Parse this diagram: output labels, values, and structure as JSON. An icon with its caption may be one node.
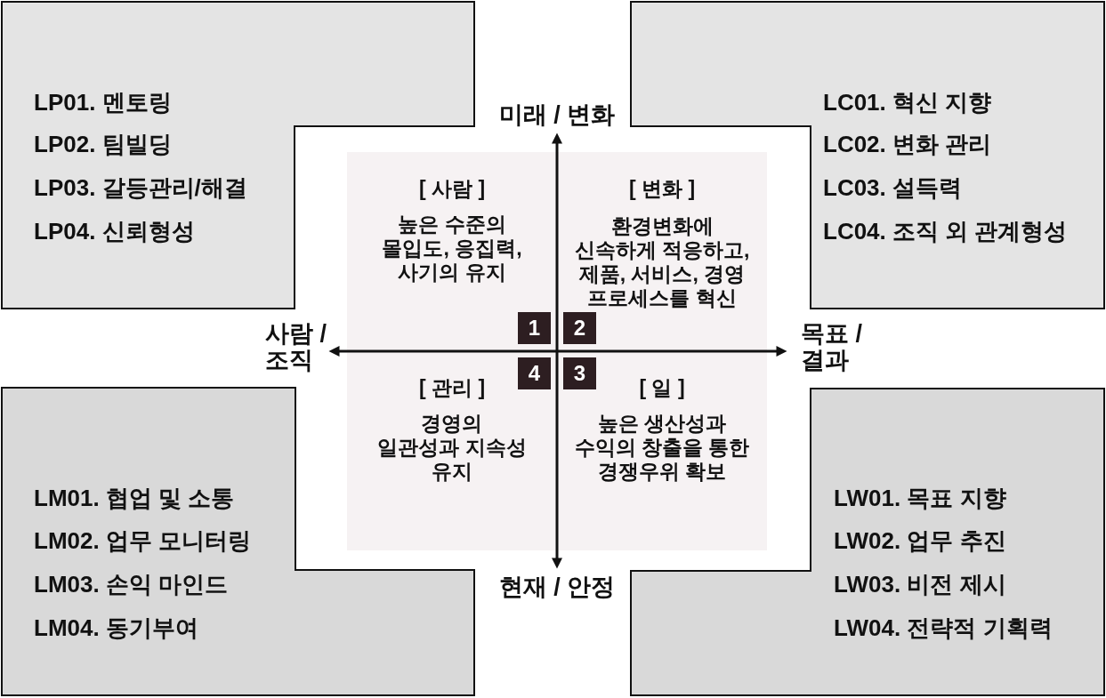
{
  "diagram": {
    "nodes": [
      {
        "text": [
          "LP01. 멘토링",
          "LP02. 팀빌딩",
          "LP03. 갈등관리/해결",
          "LP04. 신뢰형성"
        ]
      },
      {
        "text": [
          "LC01. 혁신 지향",
          "LC02. 변화 관리",
          "LC03. 설득력",
          "LC04. 조직 외 관계형성"
        ]
      },
      {
        "text": [
          "[ 사람 ]",
          "높은 수준의 몰입도, 응집력, 사기의 유지",
          "[ 변화 ]",
          "환경변화에 신속하게 적응하고, 제품, 서비스, 경영 프로세스를 혁신",
          "[ 관리 ]",
          "경영의 일관성과 지속성 유지",
          "[ 일 ]",
          "높은 생산성과 수익의 창출을 통한 경쟁우위 확보"
        ]
      },
      {
        "text": [
          "1"
        ],
        "in": 2
      },
      {
        "text": [
          "2"
        ],
        "in": 2
      },
      {
        "text": [
          "4"
        ],
        "in": 2
      },
      {
        "text": [
          "3"
        ],
        "in": 2
      },
      {
        "text": [
          "LM01. 협업 및 소통",
          "LM02. 업무 모니터링",
          "LM03. 손익 마인드",
          "LM04. 동기부여"
        ]
      },
      {
        "text": [
          "LW01. 목표 지향",
          "LW02. 업무 추진",
          "LW03. 비전 제시",
          "LW04. 전략적 기획력"
        ]
      }
    ],
    "labels": [
      "미래 / 변화",
      "사람 / 조직",
      "목표 / 결과",
      "현재 / 안정"
    ]
  }
}
